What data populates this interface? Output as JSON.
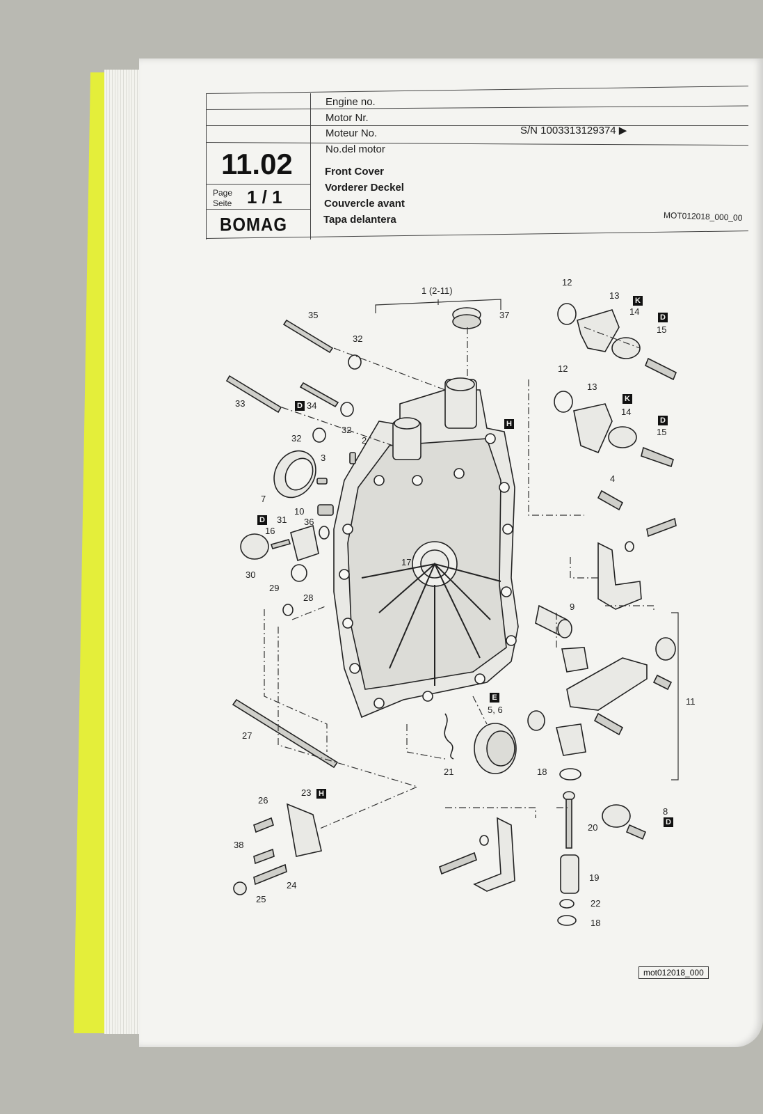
{
  "header": {
    "engine_labels": [
      "Engine no.",
      "Motor Nr.",
      "Moteur No.",
      "No.del motor"
    ],
    "serial": "S/N 1003313129374",
    "serial_arrow": "▶",
    "section": "11.02",
    "page_word_en": "Page",
    "page_word_de": "Seite",
    "page_fraction": "1 / 1",
    "brand": "BOMAG",
    "titles": [
      "Front Cover",
      "Vorderer Deckel",
      "Couvercle avant",
      "Tapa delantera"
    ],
    "code": "MOT012018_000_00"
  },
  "drawing": {
    "group_label": "1 (2-11)",
    "callouts": [
      "35",
      "32",
      "33",
      "34",
      "32",
      "32",
      "2",
      "3",
      "7",
      "10",
      "36",
      "31",
      "16",
      "30",
      "29",
      "28",
      "17",
      "37",
      "12",
      "13",
      "14",
      "15",
      "12",
      "13",
      "14",
      "15",
      "4",
      "9",
      "11",
      "27",
      "21",
      "5, 6",
      "18",
      "20",
      "8",
      "19",
      "22",
      "18",
      "26",
      "23",
      "38",
      "24",
      "25"
    ],
    "markers": [
      "K",
      "D",
      "K",
      "D",
      "H",
      "D",
      "D",
      "E",
      "H",
      "D"
    ],
    "reference": "mot012018_000"
  }
}
